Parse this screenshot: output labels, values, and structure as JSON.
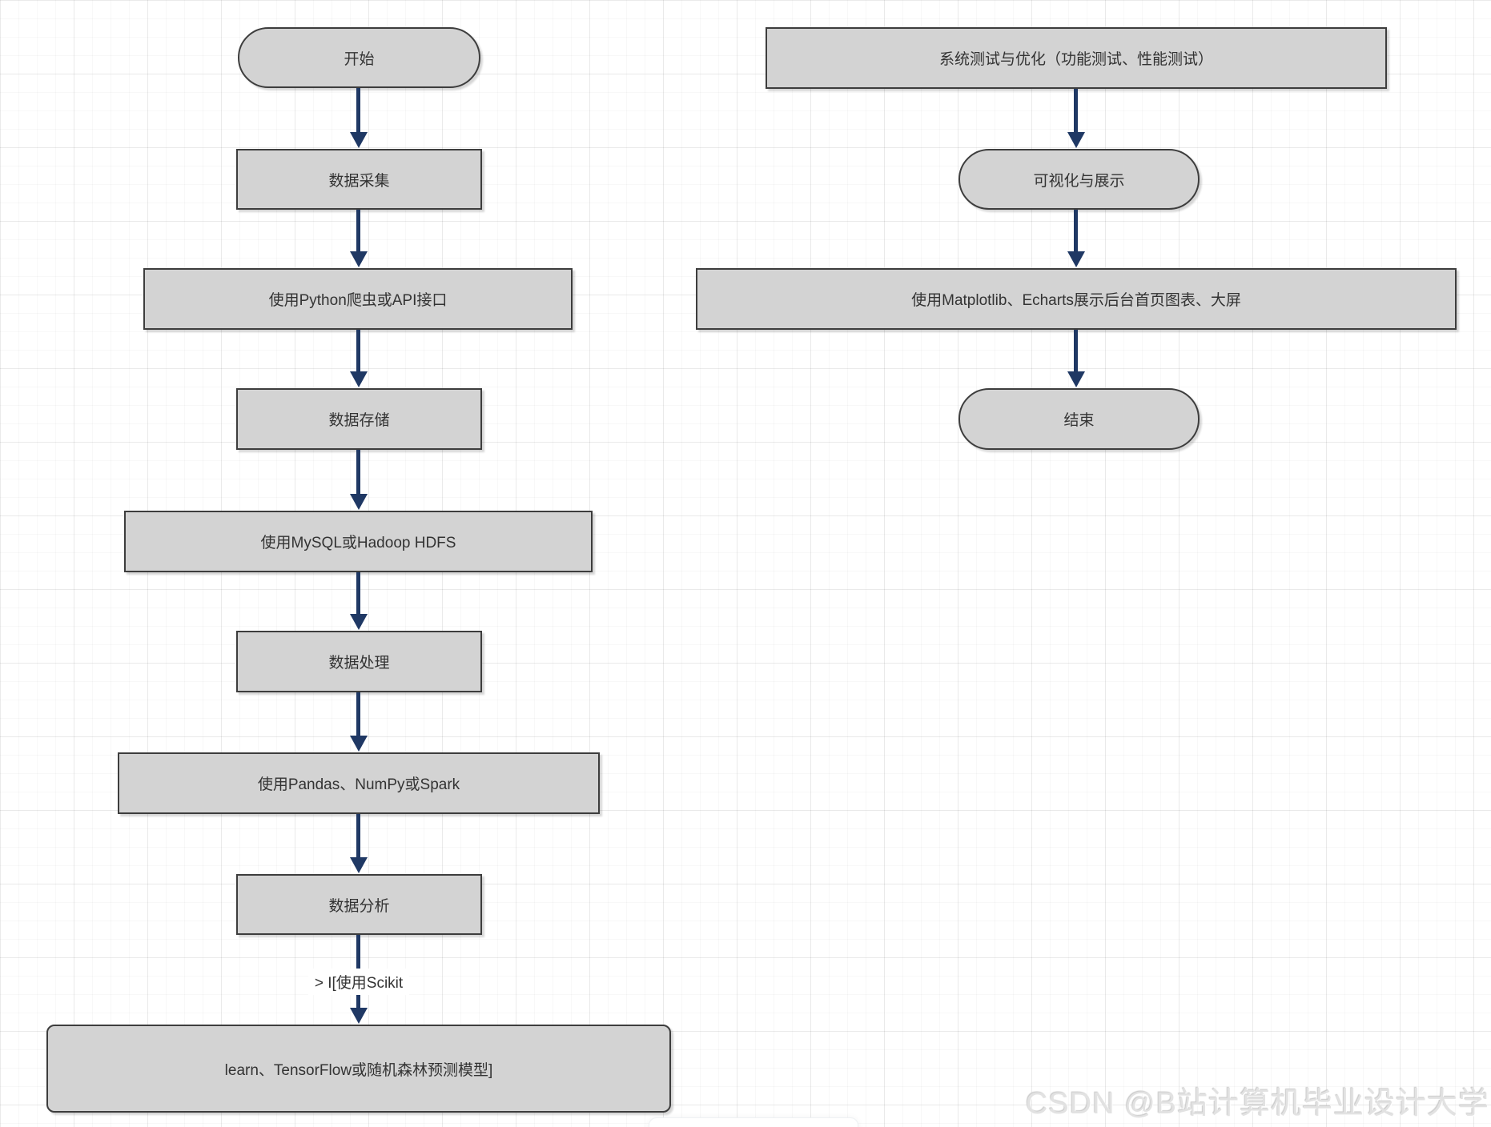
{
  "diagram": {
    "type": "flowchart",
    "direction": "top-down",
    "columns": {
      "left": {
        "nodes": [
          {
            "label": "开始",
            "shape": "stadium"
          },
          {
            "label": "数据采集",
            "shape": "rect"
          },
          {
            "label": "使用Python爬虫或API接口",
            "shape": "rect"
          },
          {
            "label": "数据存储",
            "shape": "rect"
          },
          {
            "label": "使用MySQL或Hadoop HDFS",
            "shape": "rect"
          },
          {
            "label": "数据处理",
            "shape": "rect"
          },
          {
            "label": "使用Pandas、NumPy或Spark",
            "shape": "rect"
          },
          {
            "label": "数据分析",
            "shape": "rect"
          },
          {
            "label": "learn、TensorFlow或随机森林预测模型]",
            "shape": "rounded-rect"
          }
        ],
        "edge_label": "> I[使用Scikit"
      },
      "right": {
        "nodes": [
          {
            "label": "系统测试与优化（功能测试、性能测试）",
            "shape": "rect"
          },
          {
            "label": "可视化与展示",
            "shape": "stadium"
          },
          {
            "label": "使用Matplotlib、Echarts展示后台首页图表、大屏",
            "shape": "rect"
          },
          {
            "label": "结束",
            "shape": "stadium"
          }
        ]
      }
    },
    "colors": {
      "node_fill": "#d3d3d3",
      "node_border": "#3d3d3d",
      "arrow": "#1f3864",
      "node_text": "#333333",
      "watermark": "#e2e2e2"
    }
  },
  "watermark": {
    "text": "CSDN @B站计算机毕业设计大学"
  }
}
